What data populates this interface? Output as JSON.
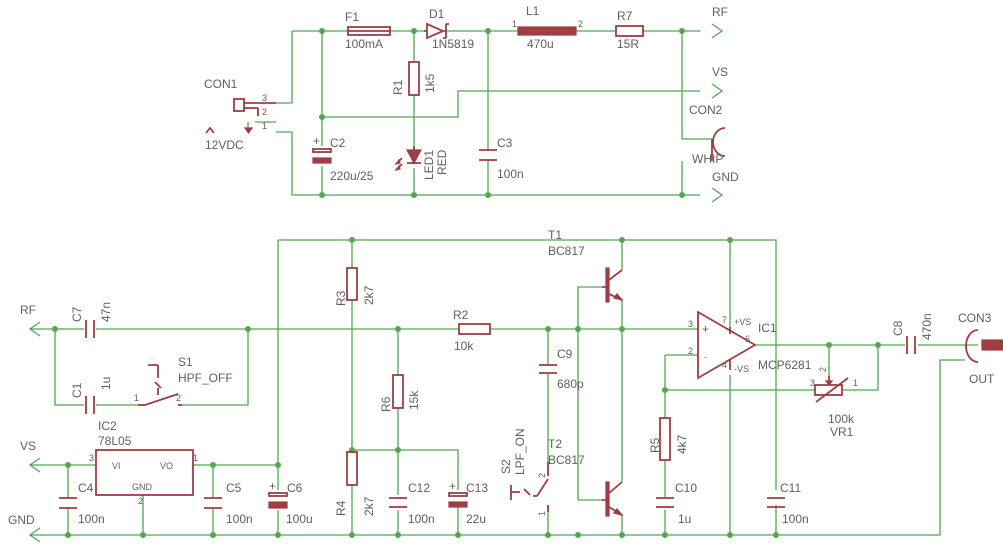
{
  "components": {
    "con1": {
      "name": "CON1",
      "value": "12VDC",
      "pins": [
        "3",
        "2",
        "1"
      ]
    },
    "f1": {
      "name": "F1",
      "value": "100mA"
    },
    "d1": {
      "name": "D1",
      "value": "1N5819"
    },
    "l1": {
      "name": "L1",
      "value": "470u",
      "pins": [
        "1",
        "2"
      ]
    },
    "r7": {
      "name": "R7",
      "value": "15R"
    },
    "r1": {
      "name": "R1",
      "value": "1k5"
    },
    "c2": {
      "name": "C2",
      "value": "220u/25"
    },
    "led1": {
      "name": "LED1",
      "value": "RED"
    },
    "c3": {
      "name": "C3",
      "value": "100n"
    },
    "con2": {
      "name": "CON2",
      "value": "WHIP"
    },
    "t1": {
      "name": "T1",
      "value": "BC817"
    },
    "r3": {
      "name": "R3",
      "value": "2k7"
    },
    "c7": {
      "name": "C7",
      "value": "47n"
    },
    "r2": {
      "name": "R2",
      "value": "10k"
    },
    "c9": {
      "name": "C9",
      "value": "680p"
    },
    "s1": {
      "name": "S1",
      "value": "HPF_OFF",
      "pins": [
        "1",
        "2"
      ]
    },
    "c1": {
      "name": "C1",
      "value": "1u"
    },
    "r6": {
      "name": "R6",
      "value": "15k"
    },
    "ic1": {
      "name": "IC1",
      "value": "MCP6281",
      "pins": [
        "3",
        "2",
        "6",
        "7",
        "4"
      ],
      "vp": "+VS",
      "vn": "-VS"
    },
    "c8": {
      "name": "C8",
      "value": "470n"
    },
    "con3": {
      "name": "CON3",
      "value": "OUT"
    },
    "vr1": {
      "name": "VR1",
      "value": "100k",
      "pins": [
        "3",
        "2",
        "1"
      ]
    },
    "ic2": {
      "name": "IC2",
      "value": "78L05",
      "pins": {
        "vi": "VI",
        "vo": "VO",
        "gnd": "GND",
        "p3": "3",
        "p1": "1",
        "p2": "2"
      }
    },
    "r5": {
      "name": "R5",
      "value": "4k7"
    },
    "s2": {
      "name": "S2",
      "value": "LPF_ON",
      "pins": [
        "2",
        "1"
      ]
    },
    "t2": {
      "name": "T2",
      "value": "BC817"
    },
    "c4": {
      "name": "C4",
      "value": "100n"
    },
    "c5": {
      "name": "C5",
      "value": "100n"
    },
    "c6": {
      "name": "C6",
      "value": "100u"
    },
    "r4": {
      "name": "R4",
      "value": "2k7"
    },
    "c12": {
      "name": "C12",
      "value": "100n"
    },
    "c13": {
      "name": "C13",
      "value": "22u"
    },
    "c10": {
      "name": "C10",
      "value": "1u"
    },
    "c11": {
      "name": "C11",
      "value": "100n"
    }
  },
  "nets": {
    "rf": "RF",
    "vs": "VS",
    "gnd": "GND"
  },
  "polarity_mark": "+",
  "colors": {
    "wire": "#52a852",
    "symbol": "#9e3d43",
    "text": "#606060"
  }
}
